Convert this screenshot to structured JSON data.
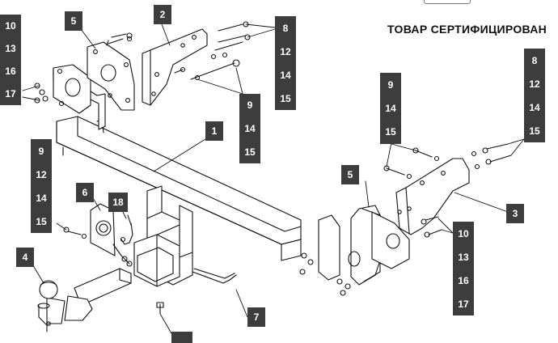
{
  "certification_text": "ТОВАР СЕРТИФИЦИРОВАН",
  "callouts": {
    "part1": "1",
    "part2": "2",
    "part3": "3",
    "part4": "4",
    "part5_left": "5",
    "part5_right": "5",
    "part6": "6",
    "part7": "7",
    "part18": "18"
  },
  "stacks": {
    "top_left": [
      "10",
      "13",
      "16",
      "17"
    ],
    "top_right_bolts": [
      "8",
      "12",
      "14",
      "15"
    ],
    "top_mid": [
      "9",
      "14",
      "15"
    ],
    "left_mid": [
      "9",
      "12",
      "14",
      "15"
    ],
    "right_mid": [
      "9",
      "14",
      "15"
    ],
    "far_right": [
      "8",
      "12",
      "14",
      "15"
    ],
    "bottom_right": [
      "10",
      "13",
      "16",
      "17"
    ]
  },
  "colors": {
    "label_bg": "#3d3d3d",
    "label_text": "#ffffff",
    "line": "#111111"
  }
}
